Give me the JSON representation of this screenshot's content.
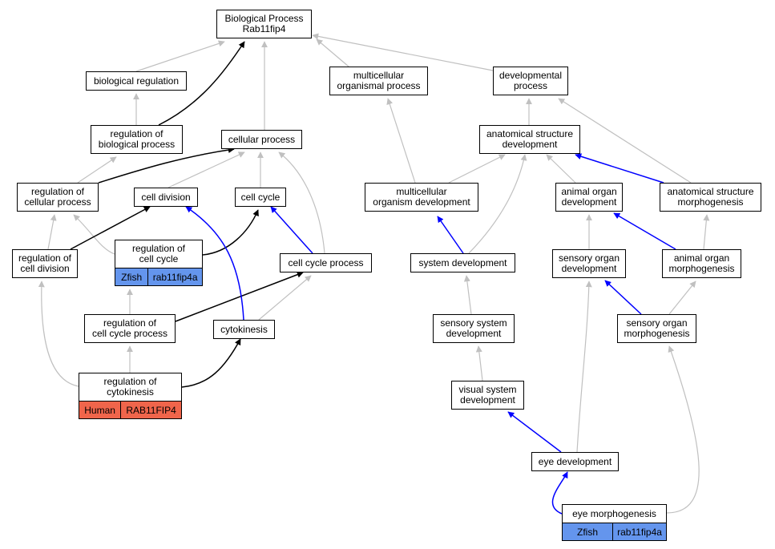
{
  "nodes": {
    "root": "Biological Process\nRab11fip4",
    "bioreg": "biological regulation",
    "multiproc": "multicellular\norganismal process",
    "devproc": "developmental\nprocess",
    "regbio": "regulation of\nbiological process",
    "cellproc": "cellular process",
    "anatdev": "anatomical structure\ndevelopment",
    "regcell": "regulation of\ncellular process",
    "celldiv": "cell division",
    "cellcycle": "cell cycle",
    "multidev": "multicellular\norganism development",
    "organdev": "animal organ\ndevelopment",
    "anatmorph": "anatomical structure\nmorphogenesis",
    "regdiv": "regulation of\ncell division",
    "regcycle": "regulation of\ncell cycle",
    "ccproc": "cell cycle process",
    "sysdev": "system development",
    "sensdev": "sensory organ\ndevelopment",
    "organmorph": "animal organ\nmorphogenesis",
    "regccproc": "regulation of\ncell cycle process",
    "cytokinesis": "cytokinesis",
    "senssys": "sensory system\ndevelopment",
    "sensmorph": "sensory organ\nmorphogenesis",
    "regcyto": "regulation of\ncytokinesis",
    "visdev": "visual system\ndevelopment",
    "eyedev": "eye development",
    "eyemorph": "eye morphogenesis"
  },
  "annotations": {
    "regcycle": {
      "species": "Zfish",
      "gene": "rab11fip4a"
    },
    "regcyto": {
      "species": "Human",
      "gene": "RAB11FIP4"
    },
    "eyemorph": {
      "species": "Zfish",
      "gene": "rab11fip4a"
    }
  },
  "edge_colors": {
    "is_a": "#c0c0c0",
    "regulates": "#000000",
    "part_of": "#0000ff"
  }
}
